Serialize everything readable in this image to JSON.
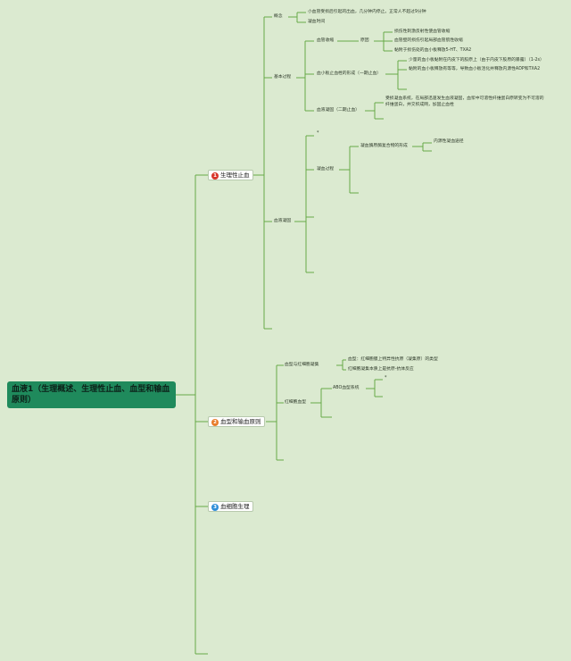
{
  "root": "血液1（生理概述、生理性止血、血型和输血原则）",
  "branches": [
    {
      "num": "1",
      "label": "生理性止血",
      "color": "#d8362a"
    },
    {
      "num": "2",
      "label": "血型和输血原则",
      "color": "#e87c2a"
    },
    {
      "num": "3",
      "label": "血细胞生理",
      "color": "#2f8fd8"
    }
  ],
  "hemostasis": {
    "overview": "概念",
    "overview_items": [
      "小血管受损后引起的出血，几分钟内停止。正常人不超过9分钟",
      "凝血时间"
    ],
    "process": "基本过程",
    "vasoconstriction": "血管收缩",
    "reason": "原因",
    "reasons": [
      "损伤性刺激反射性使血管收缩",
      "血管壁的损伤引起局部血管肌性收缩",
      "黏附于损伤处的血小板释放5-HT、TXA2"
    ],
    "platelet_plug": "血小板止血栓的形成（一期止血）",
    "platelet_items": [
      "少量的血小板黏附在内皮下的胶原上（由于内皮下胶原的暴露）（1-2s）",
      "黏附的血小板释放有等等，导致血小板活化并释放内源性ADP和TXA2"
    ],
    "clot": "血液凝固（二期止血）",
    "clot_desc": "受损凝血系统，在局部迅速发生血液凝固，血浆中可溶性纤维蛋白原转变为不可溶的纤维蛋白，并交织成网，加固止血栓",
    "coagulation": "血液凝固",
    "coag_marker": "*",
    "coag_process": "凝血过程",
    "prothrombin": "凝血酶原酶复合物的形成",
    "intrinsic": "内源性凝血途径"
  },
  "blood_type": {
    "blood_groups": "血型与红细胞凝集",
    "group_items": [
      "血型：红细胞膜上特异性抗原（凝集原）的类型",
      "红细胞凝集本质上是抗原-抗体反应"
    ],
    "rbc_types": "红细胞血型",
    "abo": "ABO血型系统",
    "abo_marker": "*"
  }
}
